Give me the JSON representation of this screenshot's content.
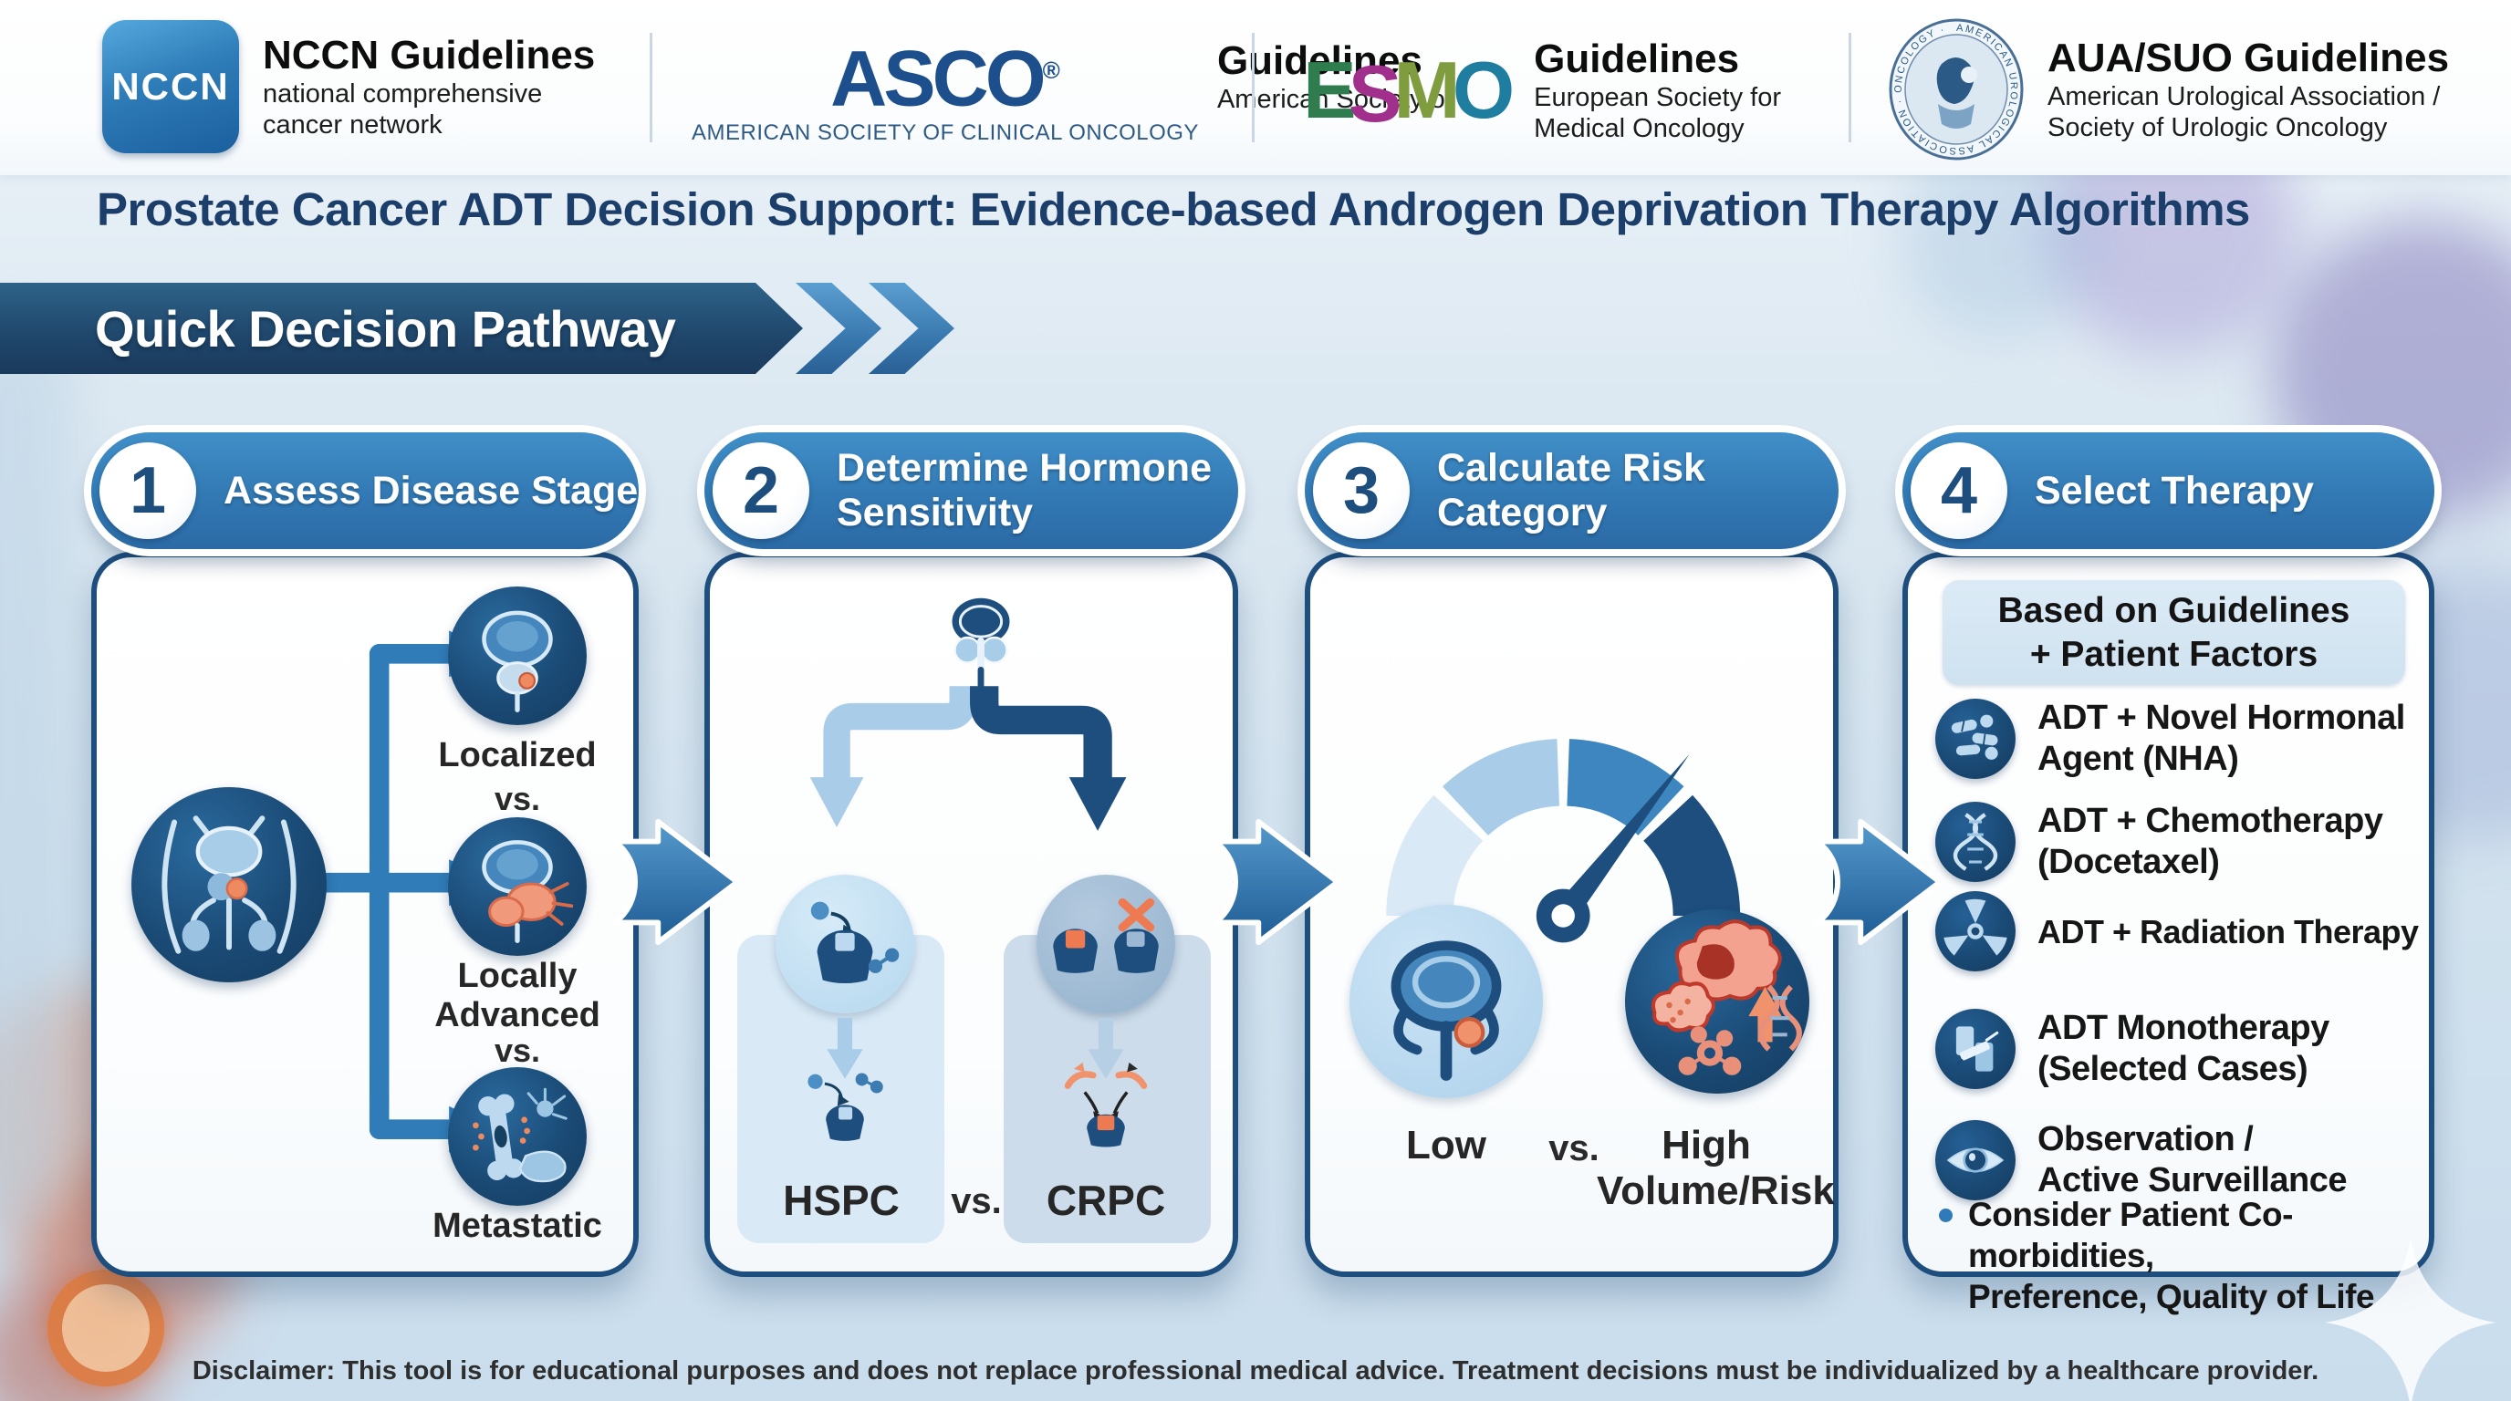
{
  "colors": {
    "navy": "#1d4e7e",
    "accent_blue": "#2f7ab8",
    "light_blue": "#a9cce9",
    "pale_blue": "#d9eaf6",
    "banner_navy": "#1f4468",
    "orange": "#ee8a60",
    "tumor_red": "#b83a2c",
    "title_navy": "#1c3e6b"
  },
  "header": {
    "logos": [
      {
        "name": "NCCN",
        "badge": "NCCN",
        "title": "NCCN Guidelines",
        "subtitle_lines": [
          "national comprehensive",
          "cancer network"
        ]
      },
      {
        "name": "ASCO",
        "wordmark": "ASCO",
        "registered_mark": "®",
        "caps_line": "AMERICAN SOCIETY OF CLINICAL ONCOLOGY",
        "title": "Guidelines",
        "subtitle": "American Society of"
      },
      {
        "name": "ESMO",
        "letters": [
          "E",
          "S",
          "M",
          "O"
        ],
        "letter_colors": [
          "#2f7d4e",
          "#a0308c",
          "#7f9c3e",
          "#1f7da0"
        ],
        "title": "Guidelines",
        "subtitle_lines": [
          "European Society for",
          "Medical Oncology"
        ]
      },
      {
        "name": "AUA/SUO",
        "seal_text": "AMERICAN UROLOGICAL ASSOCIATION · ONCOLOGY ·",
        "title": "AUA/SUO Guidelines",
        "subtitle_lines": [
          "American Urological Association /",
          "Society of Urologic Oncology"
        ]
      }
    ]
  },
  "page_title": "Prostate Cancer ADT Decision Support: Evidence-based Androgen Deprivation Therapy Algorithms",
  "banner": {
    "label": "Quick Decision Pathway"
  },
  "icons": {
    "banner_chevrons": "chevron-right-icon",
    "step_arrow": "arrow-right-icon",
    "step1_main": "prostate-anatomy-icon",
    "stage_icons": [
      "localized-prostate-icon",
      "locally-advanced-prostate-icon",
      "metastatic-spread-icon"
    ],
    "step2_icons": [
      "prostate-icon",
      "hspc-receptor-icon",
      "crpc-receptor-icon"
    ],
    "step3_icons": [
      "risk-gauge-icon",
      "low-risk-prostate-icon",
      "high-risk-tumor-icon"
    ],
    "sparkle": "sparkle-icon"
  },
  "steps": [
    {
      "number": "1",
      "title_lines": [
        "Assess Disease Stage"
      ],
      "separator": "vs.",
      "stages": [
        {
          "label_lines": [
            "Localized"
          ]
        },
        {
          "label_lines": [
            "Locally",
            "Advanced"
          ]
        },
        {
          "label_lines": [
            "Metastatic"
          ]
        }
      ]
    },
    {
      "number": "2",
      "title_lines": [
        "Determine Hormone",
        "Sensitivity"
      ],
      "left_label": "HSPC",
      "separator": "vs.",
      "right_label": "CRPC"
    },
    {
      "number": "3",
      "title_lines": [
        "Calculate Risk",
        "Category"
      ],
      "left_label": "Low",
      "separator": "vs.",
      "right_label_lines": [
        "High",
        "Volume/Risk"
      ]
    },
    {
      "number": "4",
      "title_lines": [
        "Select Therapy"
      ],
      "guidance_lines": [
        "Based on Guidelines",
        "+ Patient Factors"
      ],
      "therapies": [
        {
          "icon": "pills-icon",
          "lines": [
            "ADT + Novel Hormonal",
            "Agent (NHA)"
          ]
        },
        {
          "icon": "dna-icon",
          "lines": [
            "ADT + Chemotherapy",
            "(Docetaxel)"
          ]
        },
        {
          "icon": "radiation-icon",
          "lines": [
            "ADT + Radiation Therapy"
          ]
        },
        {
          "icon": "injection-icon",
          "lines": [
            "ADT Monotherapy",
            "(Selected Cases)"
          ]
        },
        {
          "icon": "eye-icon",
          "lines": [
            "Observation /",
            "Active Surveillance"
          ]
        }
      ],
      "note_lines": [
        "Consider Patient Co-morbidities,",
        "Preference, Quality of Life"
      ]
    }
  ],
  "disclaimer": "Disclaimer: This tool is for educational purposes and does not replace professional medical advice. Treatment decisions must be individualized by a healthcare provider."
}
